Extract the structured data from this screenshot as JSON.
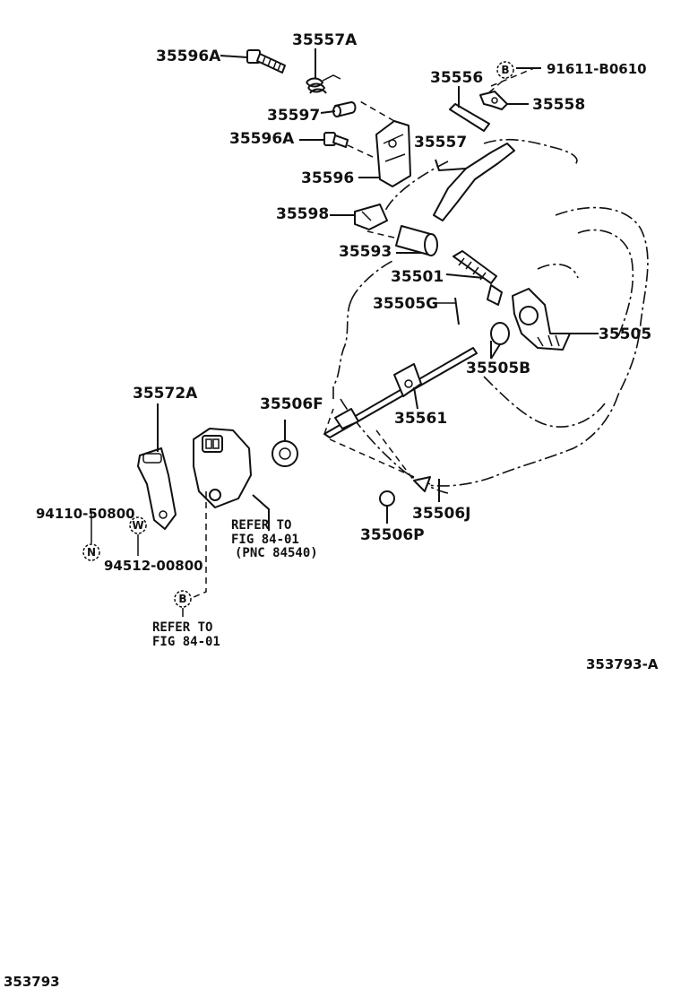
{
  "diagram_code": "353793-A",
  "figure_number": "353793",
  "parts": {
    "p35596A_top": "35596A",
    "p35557A": "35557A",
    "p35597": "35597",
    "p35596A_mid": "35596A",
    "p35596": "35596",
    "p35598": "35598",
    "p35593": "35593",
    "p35556": "35556",
    "p91611": "91611-B0610",
    "p35558": "35558",
    "p35557": "35557",
    "p35501": "35501",
    "p35505G": "35505G",
    "p35505": "35505",
    "p35505B": "35505B",
    "p35561": "35561",
    "p35506F": "35506F",
    "p35572A": "35572A",
    "p35506J": "35506J",
    "p35506P": "35506P",
    "p94110": "94110-50800",
    "p94512": "94512-00800"
  },
  "markers": {
    "b_top": "B",
    "b_bottom": "B",
    "w": "W",
    "n": "N"
  },
  "notes": {
    "switch_line1": "REFER TO",
    "switch_line2": "FIG 84-01",
    "switch_line3": "(PNC 84540)",
    "b_line1": "REFER TO",
    "b_line2": "FIG 84-01"
  }
}
